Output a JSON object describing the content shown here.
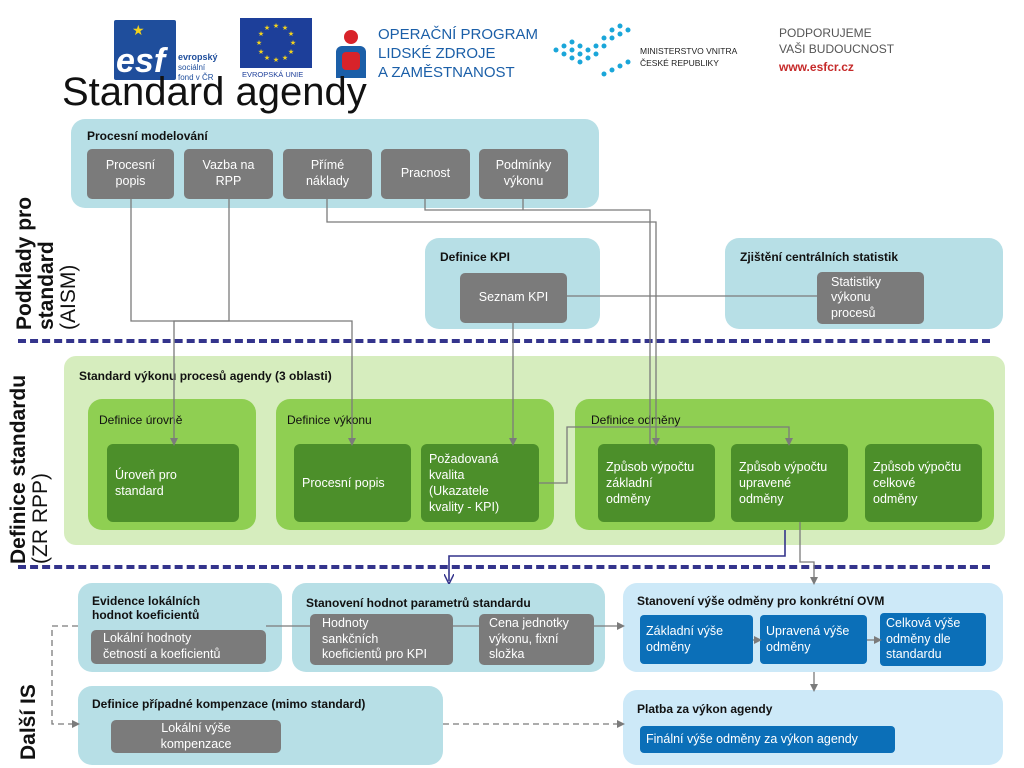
{
  "logos": {
    "esf_letters": "esf",
    "esf_text": [
      "evropský",
      "sociální",
      "fond v ČR"
    ],
    "eu_text": "EVROPSKÁ UNIE",
    "op_text": [
      "OPERAČNÍ PROGRAM",
      "LIDSKÉ ZDROJE",
      "A ZAMĚSTNANOST"
    ],
    "mv_text": [
      "MINISTERSTVO VNITRA",
      "ČESKÉ REPUBLIKY"
    ],
    "support_text": [
      "PODPORUJEME",
      "VAŠI BUDOUCNOST"
    ],
    "support_url": "www.esfcr.cz"
  },
  "title": "Standard agendy",
  "side_labels": {
    "podklady_bold": [
      "Podklady pro",
      "standard"
    ],
    "podklady_norm": "(AISM)",
    "definice_bold": "Definice standardu",
    "definice_norm": "(ZR RPP)",
    "dalsi": "Další IS"
  },
  "procesni_modelovani": {
    "title": "Procesní modelování",
    "items": [
      [
        "Procesní",
        "popis"
      ],
      [
        "Vazba na",
        "RPP"
      ],
      [
        "Přímé",
        "náklady"
      ],
      [
        "Pracnost"
      ],
      [
        "Podmínky",
        "výkonu"
      ]
    ]
  },
  "definice_kpi": {
    "title": "Definice KPI",
    "item": "Seznam KPI"
  },
  "zjisteni": {
    "title": "Zjištění centrálních statistik",
    "item": [
      "Statistiky",
      "výkonu",
      "procesů"
    ]
  },
  "standard_vykonu": {
    "title": "Standard výkonu procesů agendy (3 oblasti)",
    "urovne": {
      "title": "Definice úrovně",
      "item": [
        "Úroveň pro",
        "standard"
      ]
    },
    "vykonu": {
      "title": "Definice výkonu",
      "items": [
        [
          "Procesní popis"
        ],
        [
          "Požadovaná",
          "kvalita",
          "(Ukazatele",
          "kvality - KPI)"
        ]
      ]
    },
    "odmeny": {
      "title": "Definice odměny",
      "items": [
        [
          "Způsob výpočtu",
          "základní",
          "odměny"
        ],
        [
          "Způsob výpočtu",
          "upravené",
          "odměny"
        ],
        [
          "Způsob výpočtu",
          "celkové",
          "odměny"
        ]
      ]
    }
  },
  "evidence": {
    "title": [
      "Evidence lokálních",
      "hodnot koeficientů"
    ],
    "item": [
      "Lokální hodnoty",
      "četností a koeficientů"
    ]
  },
  "stanoveni_hodnot": {
    "title": "Stanovení hodnot parametrů standardu",
    "items": [
      [
        "Hodnoty",
        "sankčních",
        "koeficientů pro KPI"
      ],
      [
        "Cena jednotky",
        "výkonu, fixní",
        "složka"
      ]
    ]
  },
  "stanoveni_vyse": {
    "title": "Stanovení výše odměny pro konkrétní OVM",
    "items": [
      [
        "Základní výše",
        "odměny"
      ],
      [
        "Upravená výše",
        "odměny"
      ],
      [
        "Celková výše",
        "odměny dle",
        "standardu"
      ]
    ]
  },
  "kompenzace": {
    "title": "Definice případné kompenzace (mimo standard)",
    "item": [
      "Lokální výše",
      "kompenzace"
    ]
  },
  "platba": {
    "title": "Platba za výkon agendy",
    "item": "Finální výše odměny za výkon agendy"
  },
  "colors": {
    "teal": "#b7dfe6",
    "lime": "#d6edbe",
    "green": "#8fcf52",
    "dark_green": "#4c8f2a",
    "gray": "#7b7b7b",
    "blue": "#0b6fb8",
    "light_blue": "#cde9f8",
    "dash": "#34348c"
  }
}
